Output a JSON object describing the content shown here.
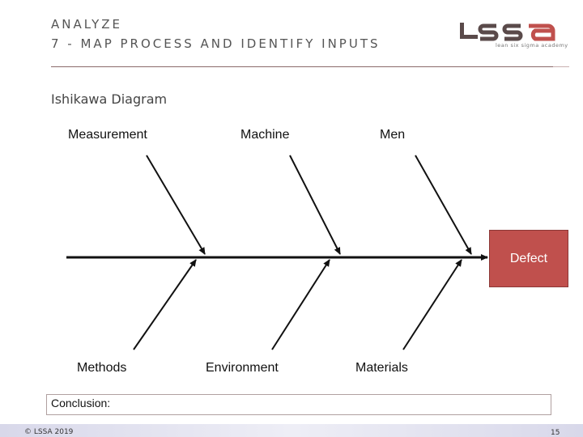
{
  "header": {
    "line1": "ANALYZE",
    "line2": "7 - MAP PROCESS AND IDENTIFY INPUTS"
  },
  "logo": {
    "wordmark": "LSSa",
    "tagline": "lean six sigma academy",
    "colors": {
      "primary": "#5a4a4a",
      "accent": "#c0504d"
    }
  },
  "subtitle": "Ishikawa Diagram",
  "diagram": {
    "top_categories": [
      "Measurement",
      "Machine",
      "Men"
    ],
    "bottom_categories": [
      "Methods",
      "Environment",
      "Materials"
    ],
    "effect": "Defect",
    "effect_color": "#c0504d"
  },
  "conclusion": {
    "label": "Conclusion:"
  },
  "footer": {
    "copyright": "© LSSA 2019",
    "page": "15"
  }
}
